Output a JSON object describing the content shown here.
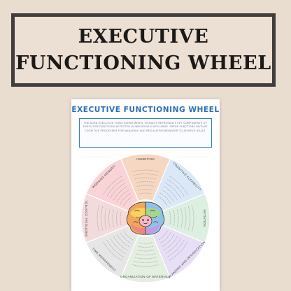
{
  "banner": {
    "line1": "EXECUTIVE",
    "line2": "FUNCTIONING WHEEL"
  },
  "sheet": {
    "title": "EXECUTIVE FUNCTIONING WHEEL",
    "intro": "THE ADHD EXECUTIVE FUNCTIONING WHEEL VISUALLY REPRESENTS KEY COMPONENTS OF EXECUTIVE FUNCTIONS AFFECTED IN INDIVIDUALS WITH ADHD. THESE FUNCTIONS INVOLVE COGNITIVE PROCESSES FOR MANAGING AND REGULATING BEHAVIOR TO ACHIEVE GOALS."
  },
  "wheel": {
    "center_icon": "smiling-brain-icon",
    "segments": [
      {
        "name": "INHIBITION",
        "color": "#f6d7c1"
      },
      {
        "name": "COGNITIVE FLEXIBILITY",
        "color": "#dbe8f7"
      },
      {
        "name": "INITIATION",
        "color": "#dcefe0"
      },
      {
        "name": "PLANNING AND ORGANIZATION",
        "color": "#e7dff5"
      },
      {
        "name": "ORGANIZATION OF MATERIALS",
        "color": "#e4eee1"
      },
      {
        "name": "TIME MANAGEMENT",
        "color": "#e6e6e6"
      },
      {
        "name": "EMOTIONAL CONTROL",
        "color": "#f4dbdb"
      },
      {
        "name": "WORKING MEMORY",
        "color": "#f9d3d6"
      }
    ]
  }
}
